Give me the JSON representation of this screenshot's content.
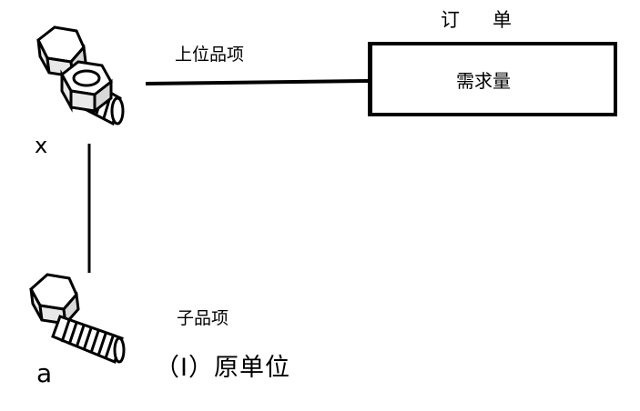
{
  "order": {
    "title": "订   单",
    "demand": "需求量"
  },
  "parent": {
    "label": "上位品项",
    "id": "x"
  },
  "child": {
    "label": "子品项",
    "id": "a"
  },
  "caption": "（Ⅰ）原单位",
  "icons": {
    "parent": "bolt-with-nut-icon",
    "child": "bolt-icon"
  }
}
